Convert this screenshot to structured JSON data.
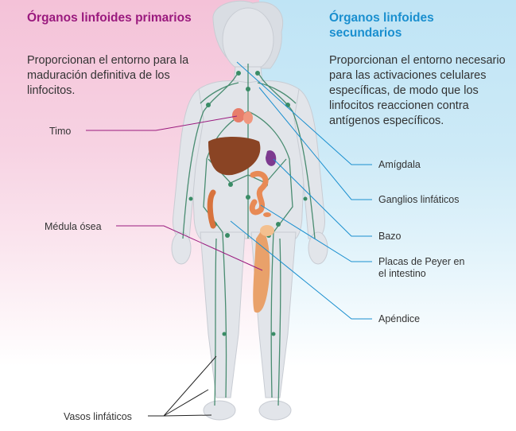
{
  "left": {
    "heading": "Órganos linfoides primarios",
    "description": "Proporcionan el entorno para la maduración definitiva de los linfocitos.",
    "labels": {
      "timo": "Timo",
      "medula": "Médula ósea",
      "vasos": "Vasos linfáticos"
    }
  },
  "right": {
    "heading": "Órganos linfoides secundarios",
    "description": "Proporcionan el entorno necesario para las activaciones celulares específicas, de modo que los linfocitos reaccionen contra antígenos específicos.",
    "labels": {
      "amigdala": "Amígdala",
      "ganglios": "Ganglios linfáticos",
      "bazo": "Bazo",
      "placas_line1": "Placas de Peyer en",
      "placas_line2": "el intestino",
      "apendice": "Apéndice"
    }
  },
  "colors": {
    "primary_heading": "#9a1a7e",
    "secondary_heading": "#1a8fcf",
    "primary_leader": "#9a1a7e",
    "secondary_leader": "#1a8fcf",
    "body_silhouette": "#e2e5ea",
    "lymph_vessels": "#2f7d5c"
  }
}
